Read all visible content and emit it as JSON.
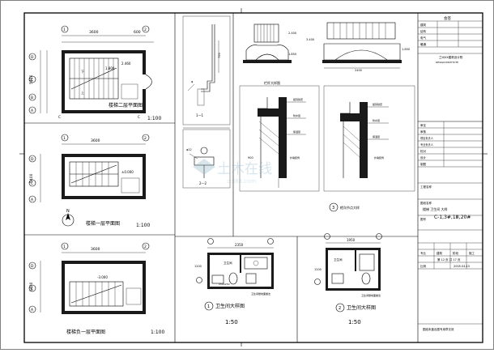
{
  "drawing": {
    "stair_plan_2f": {
      "title": "楼梯二层平面图",
      "scale": "1:100",
      "dim_top": "3600",
      "dim_top_b": "600",
      "dim_left": "5400",
      "dim_a": "2.460",
      "dim_b": "1.800",
      "down": "下",
      "up": "上"
    },
    "stair_plan_1f": {
      "title": "楼梯一层平面图",
      "scale": "1:100",
      "dim_top": "3600",
      "dim_left": "5400",
      "dim_a": "±0.000",
      "north": "N"
    },
    "stair_plan_b1": {
      "title": "楼梯负一层平面图",
      "scale": "1:100",
      "dim_top": "3600",
      "dim_left": "5400",
      "dim_a": "-3.000"
    },
    "toilet_1": {
      "circle": "1",
      "title": "卫生间大样图",
      "scale": "1:50",
      "note": "卫生间楼地面做法",
      "dim_top": "2350"
    },
    "toilet_2": {
      "circle": "2",
      "title": "卫生间大样图",
      "scale": "1:50",
      "note": "卫生间楼地面做法",
      "dim_top": "1950"
    },
    "detail_3": {
      "circle": "3",
      "title": "檐沟节点大样"
    },
    "railing_title": "栏杆大样图",
    "watermark": {
      "line1": "土木在线",
      "line2": "coi88.com"
    },
    "grid_labels": [
      "D",
      "C",
      "B",
      "A",
      "1",
      "2"
    ]
  },
  "title_block": {
    "header": "会签",
    "rows_top": [
      "建筑",
      "结构",
      "电气",
      "暖通",
      "给排水"
    ],
    "company": "兰州XX建筑设计院",
    "company_en": "DESIGN INSTITUTE",
    "sign_rows": [
      "审定",
      "审核",
      "项目负责人",
      "专业负责人",
      "校对",
      "设计",
      "制图"
    ],
    "project_label": "工程名称",
    "drawing_label": "图纸名称",
    "drawing_name": "楼梯 卫生间 大样",
    "drawing_no_label": "图号",
    "drawing_no": "C-1,3#,1Ⅲ,20#",
    "info_labels": [
      "专业",
      "建筑",
      "阶段",
      "施工"
    ],
    "sheet": "第 12 页 共 17 页",
    "scale": "比例",
    "date": "2005.04.15",
    "footer": "图纸未盖出图专用章无效"
  }
}
